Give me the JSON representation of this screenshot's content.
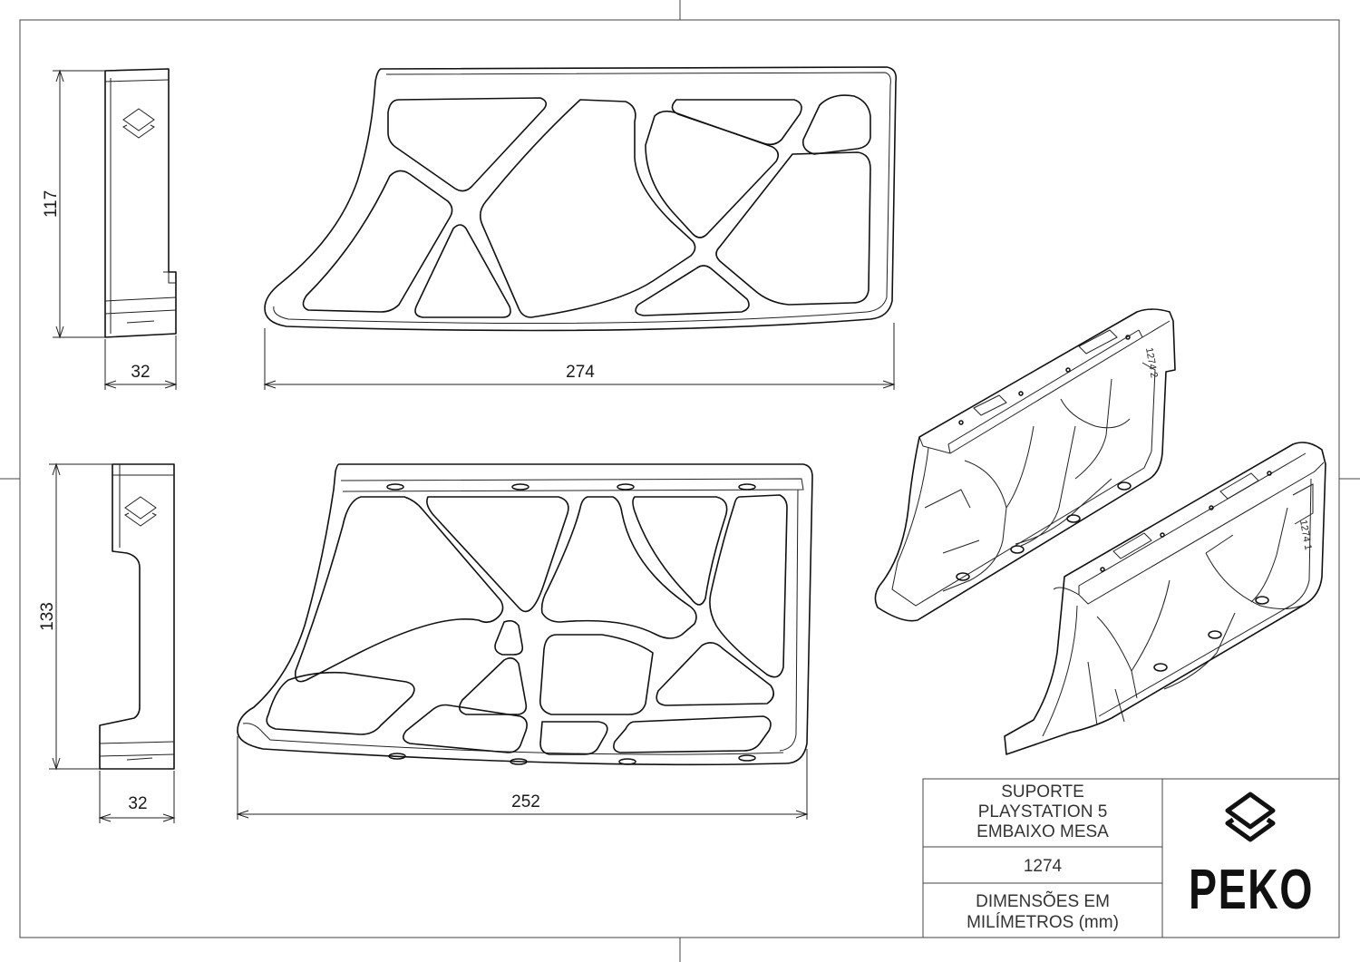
{
  "drawing": {
    "view1": {
      "height": "117",
      "depth": "32",
      "width": "274"
    },
    "view2": {
      "height": "133",
      "depth": "32",
      "width": "252"
    },
    "iso_labels": [
      "1274 2",
      "1274 1"
    ]
  },
  "title_block": {
    "title_line1": "SUPORTE",
    "title_line2": "PLAYSTATION 5",
    "title_line3": "EMBAIXO MESA",
    "part_number": "1274",
    "units_line1": "DIMENSÕES EM",
    "units_line2": "MILÍMETROS (mm)",
    "logo_word": "PEKO"
  },
  "colors": {
    "line": "#111111",
    "frame": "#444444",
    "background": "#ffffff"
  }
}
